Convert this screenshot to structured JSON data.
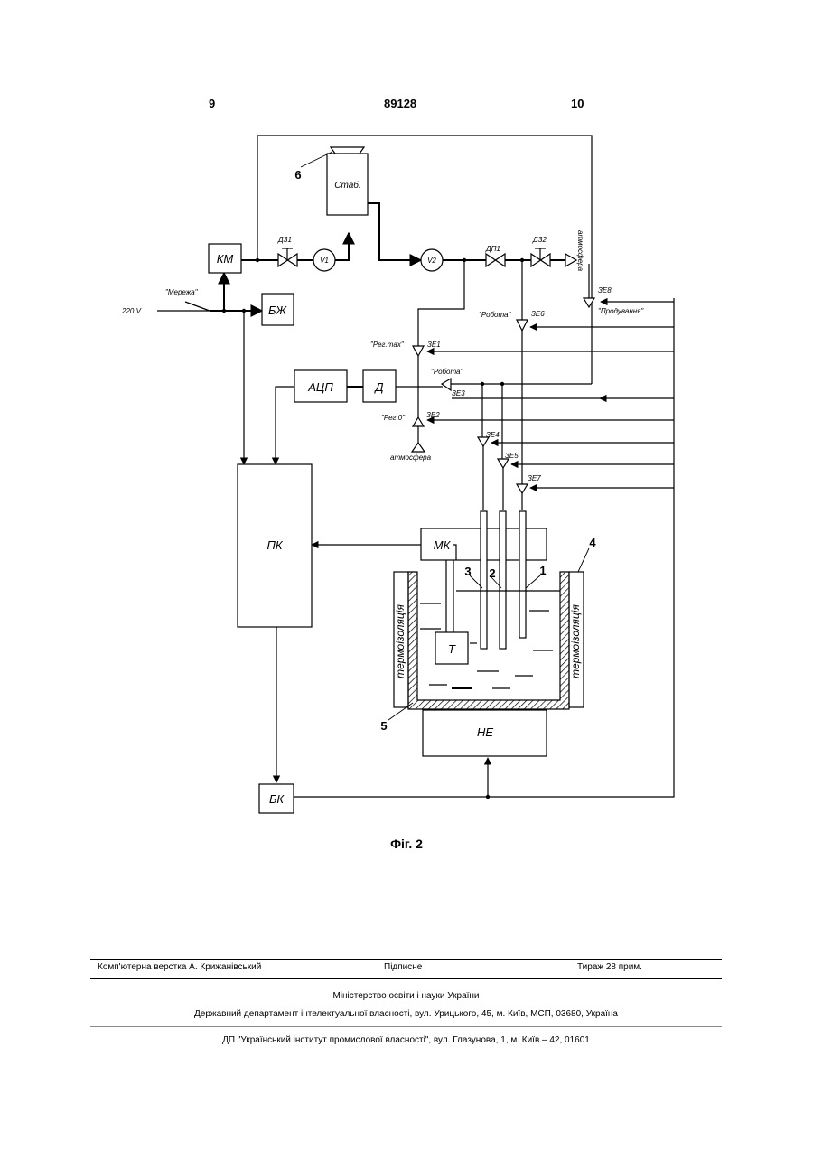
{
  "header": {
    "page_left": "9",
    "doc_number": "89128",
    "page_right": "10"
  },
  "diagram": {
    "blocks": {
      "km": "КМ",
      "stab": "Стаб.",
      "bzh": "БЖ",
      "adc": "АЦП",
      "d": "Д",
      "pk": "ПК",
      "mk": "МК",
      "t": "Т",
      "ne": "НЕ",
      "bk": "БК"
    },
    "gauges": {
      "v1": "V1",
      "v2": "V2"
    },
    "valves": {
      "dz1": "ДЗ1",
      "dp1": "ДП1",
      "dz2": "ДЗ2"
    },
    "ze": {
      "ze1": "ЗЕ1",
      "ze2": "ЗЕ2",
      "ze3": "ЗЕ3",
      "ze4": "ЗЕ4",
      "ze5": "ЗЕ5",
      "ze6": "ЗЕ6",
      "ze7": "ЗЕ7",
      "ze8": "ЗЕ8"
    },
    "labels": {
      "mains": "\"Мережа\"",
      "voltage": "220 V",
      "reg_max": "\"Рег.max\"",
      "reg_0": "\"Рег.0\"",
      "work_ze3": "\"Робота\"",
      "work_ze6": "\"Робота\"",
      "purge": "\"Продування\"",
      "atmosphere_top": "атмосфера",
      "atmosphere_bottom": "атмосфера",
      "insulation_left": "термоізоляція",
      "insulation_right": "термоізоляція"
    },
    "callouts": {
      "n1": "1",
      "n2": "2",
      "n3": "3",
      "n4": "4",
      "n5": "5",
      "n6": "6"
    }
  },
  "figure_caption": "Фіг. 2",
  "footer": {
    "layout": "Комп'ютерна верстка А. Крижанівський",
    "signed": "Підписне",
    "circulation": "Тираж 28 прим.",
    "ministry": "Міністерство освіти і науки України",
    "department": "Державний департамент інтелектуальної власності, вул. Урицького, 45, м. Київ, МСП, 03680, Україна",
    "institute": "ДП \"Український інститут промислової власності\", вул. Глазунова, 1, м. Київ – 42, 01601"
  }
}
